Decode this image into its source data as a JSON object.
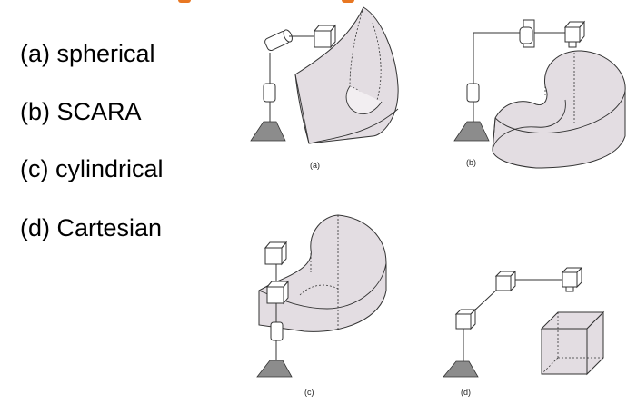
{
  "list": {
    "items": [
      {
        "label": "(a) spherical"
      },
      {
        "label": "(b) SCARA"
      },
      {
        "label": "(c) cylindrical"
      },
      {
        "label": "(d) Cartesian"
      }
    ]
  },
  "figures": {
    "captions": [
      "(a)",
      "(b)",
      "(c)",
      "(d)"
    ]
  },
  "colors": {
    "accent": "#e87722",
    "workspace_fill": "#e3dde2",
    "base_fill": "#8c8c8c",
    "line": "#333333"
  }
}
